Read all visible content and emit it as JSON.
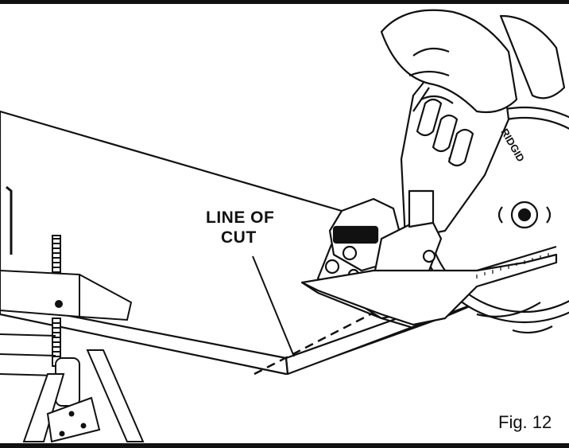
{
  "annotation": {
    "line1": "LINE OF",
    "line2": "CUT"
  },
  "figure_label": "Fig. 12",
  "brand_text": "RIDGID"
}
